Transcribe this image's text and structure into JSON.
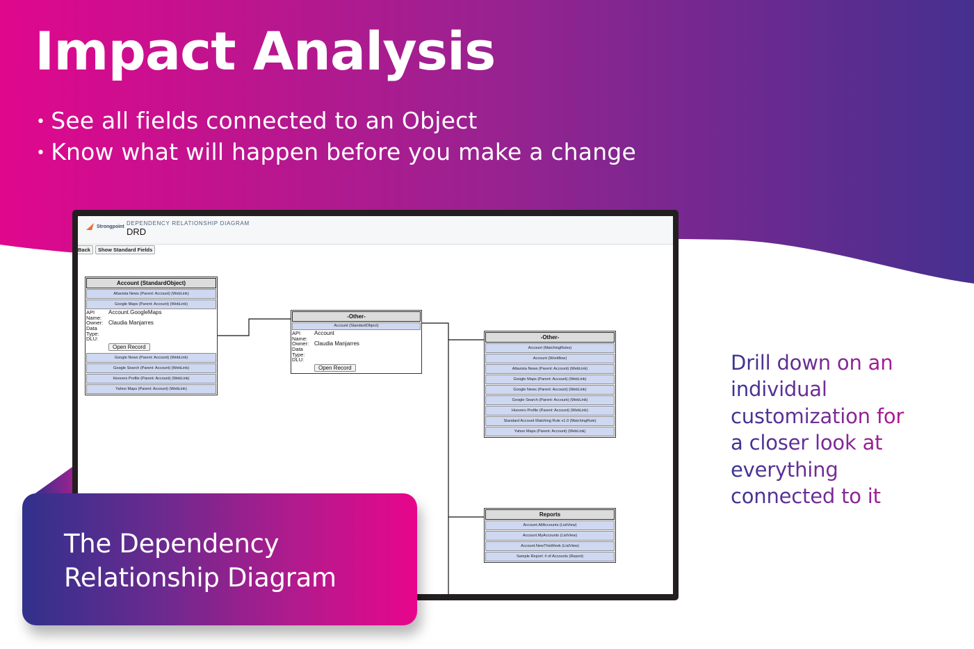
{
  "hero": {
    "title": "Impact Analysis",
    "bullets": [
      "See all fields connected to an Object",
      "Know what will happen before you make a change"
    ],
    "bullet_glyph": "•"
  },
  "colors": {
    "gradient_start": "#e0078d",
    "gradient_end": "#45308f",
    "frame": "#231f20",
    "node_item_bg": "#cfd8f1",
    "node_header_bg": "#dcdcdc"
  },
  "app": {
    "logo_text": "Strongpoint",
    "subtitle": "DEPENDENCY RELATIONSHIP DIAGRAM",
    "title": "DRD",
    "toolbar": {
      "back_label": "Back",
      "show_standard_label": "Show Standard Fields"
    }
  },
  "diagram": {
    "account_node": {
      "header": "Account (StandardObject)",
      "items_top": [
        "Altavista News (Parent: Account) (WebLink)",
        "Google Maps (Parent: Account) (WebLink)"
      ],
      "detail": {
        "api_label": "API Name:",
        "api_value": "Account.GoogleMaps",
        "owner_label": "Owner:",
        "owner_value": "Claudia Manjarres",
        "type_label": "Data Type:",
        "dlu_label": "DLU:",
        "open_label": "Open Record"
      },
      "items_bottom": [
        "Google News (Parent: Account) (WebLink)",
        "Google Search (Parent: Account) (WebLink)",
        "Hoovers Profile (Parent: Account) (WebLink)",
        "Yahoo Maps (Parent: Account) (WebLink)"
      ]
    },
    "middle_node": {
      "header": "-Other-",
      "items": [
        "Account (StandardObject)"
      ],
      "detail": {
        "api_label": "API Name:",
        "api_value": "Account",
        "owner_label": "Owner:",
        "owner_value": "Claudia Manjarres",
        "type_label": "Data Type:",
        "dlu_label": "DLU:",
        "open_label": "Open Record"
      }
    },
    "other_node": {
      "header": "-Other-",
      "items": [
        "Account (MatchingRules)",
        "Account (Workflow)",
        "Altavista News (Parent: Account) (WebLink)",
        "Google Maps (Parent: Account) (WebLink)",
        "Google News (Parent: Account) (WebLink)",
        "Google Search (Parent: Account) (WebLink)",
        "Hoovers Profile (Parent: Account) (WebLink)",
        "Standard Account Matching Rule v1.0 (MatchingRule)",
        "Yahoo Maps (Parent: Account) (WebLink)"
      ]
    },
    "reports_node": {
      "header": "Reports",
      "items": [
        "Account.AllAccounts (ListView)",
        "Account.MyAccounts (ListView)",
        "Account.NewThisWeek (ListView)",
        "Sample Report: # of Accounts (Report)"
      ]
    }
  },
  "callout": {
    "line1": "The Dependency",
    "line2": "Relationship Diagram"
  },
  "description": {
    "lines": [
      "Drill down on an",
      "individual",
      "customization for",
      "a closer look at",
      "everything",
      "connected to it"
    ]
  }
}
